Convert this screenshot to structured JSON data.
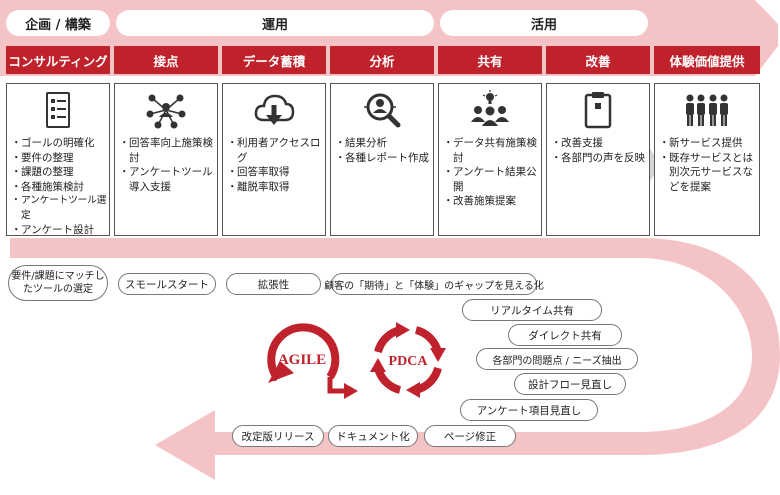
{
  "phases": [
    {
      "label": "企画 / 構築"
    },
    {
      "label": "運用"
    },
    {
      "label": "活用"
    }
  ],
  "stages": [
    {
      "label": "コンサルティング",
      "icon": "checklist-icon",
      "items": [
        "ゴールの明確化",
        "要件の整理",
        "課題の整理",
        "各種施策検討",
        "アンケートツール選定",
        "アンケート設計"
      ]
    },
    {
      "label": "接点",
      "icon": "network-people-icon",
      "items": [
        "回答率向上施策検討",
        "アンケートツール導入支援"
      ]
    },
    {
      "label": "データ蓄積",
      "icon": "cloud-download-icon",
      "items": [
        "利用者アクセスログ",
        "回答率取得",
        "離脱率取得"
      ]
    },
    {
      "label": "分析",
      "icon": "magnifier-person-icon",
      "items": [
        "結果分析",
        "各種レポート作成"
      ]
    },
    {
      "label": "共有",
      "icon": "team-idea-icon",
      "items": [
        "データ共有施策検討",
        "アンケート結果公開",
        "改善施策提案"
      ]
    },
    {
      "label": "改善",
      "icon": "clipboard-icon",
      "items": [
        "改善支援",
        "各部門の声を反映"
      ]
    },
    {
      "label": "体験価値提供",
      "icon": "people-group-icon",
      "items": [
        "新サービス提供",
        "既存サービスとは別次元サービスなどを提案"
      ]
    }
  ],
  "tags": [
    "要件/課題にマッチしたツールの選定",
    "スモールスタート",
    "拡張性",
    "顧客の「期待」と「体験」のギャップを見える化",
    "リアルタイム共有",
    "ダイレクト共有",
    "各部門の問題点 / ニーズ抽出",
    "設計フロー見直し",
    "アンケート項目見直し",
    "改定版リリース",
    "ドキュメント化",
    "ページ修正"
  ],
  "cycles": [
    {
      "label": "AGILE",
      "icon": "agile-cycle-icon"
    },
    {
      "label": "PDCA",
      "icon": "pdca-cycle-icon"
    }
  ],
  "colors": {
    "accent": "#c0222c",
    "band": "#f4c3c6"
  }
}
